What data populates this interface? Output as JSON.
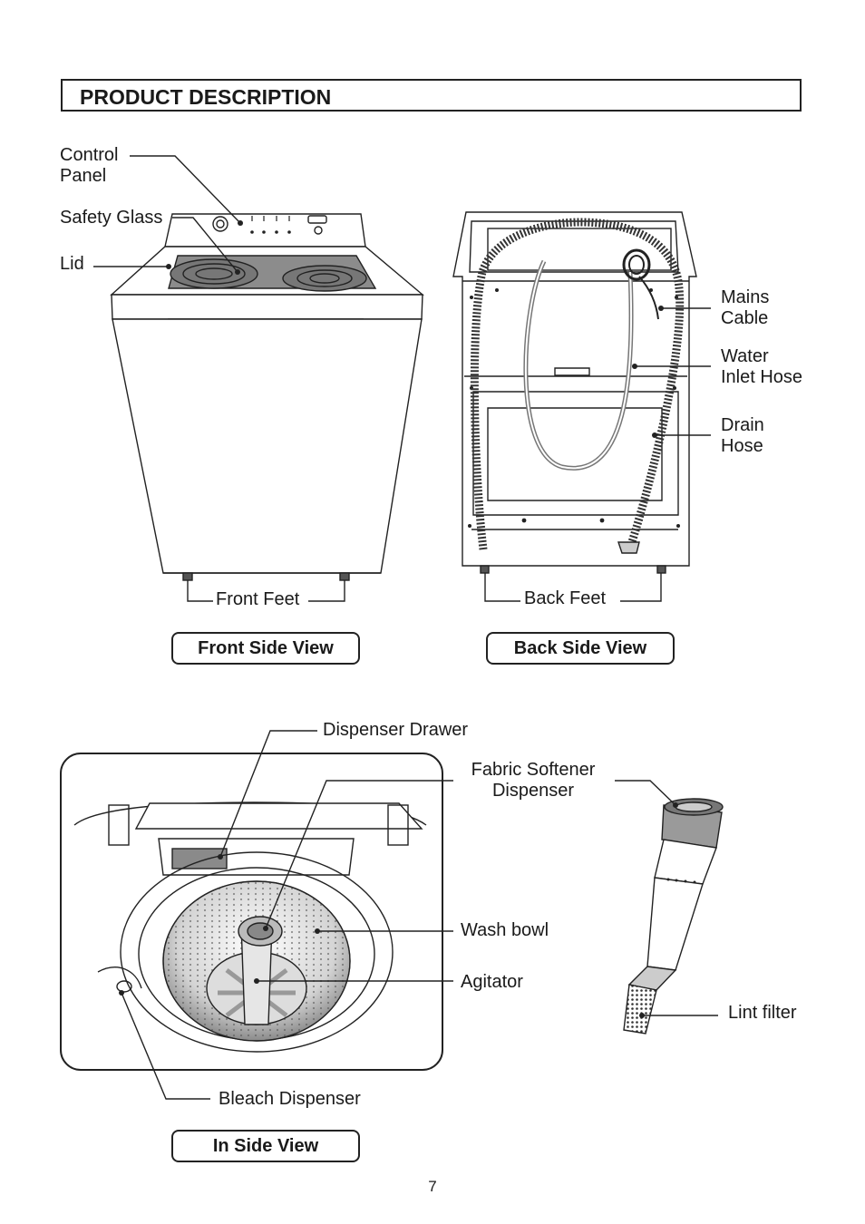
{
  "header": {
    "title": "PRODUCT DESCRIPTION"
  },
  "front": {
    "labels": {
      "control_panel": "Control\nPanel",
      "safety_glass": "Safety Glass",
      "lid": "Lid",
      "front_feet": "Front Feet"
    },
    "caption": "Front Side View"
  },
  "back": {
    "labels": {
      "mains_cable": "Mains\nCable",
      "water_inlet_hose": "Water\nInlet Hose",
      "drain_hose": "Drain\nHose",
      "back_feet": "Back Feet"
    },
    "caption": "Back Side View"
  },
  "inside": {
    "labels": {
      "dispenser_drawer": "Dispenser Drawer",
      "fabric_softener": "Fabric Softener\nDispenser",
      "wash_bowl": "Wash bowl",
      "agitator": "Agitator",
      "lint_filter": "Lint filter",
      "bleach_dispenser": "Bleach Dispenser"
    },
    "caption": "In Side View"
  },
  "footer": {
    "page_number": "7"
  }
}
